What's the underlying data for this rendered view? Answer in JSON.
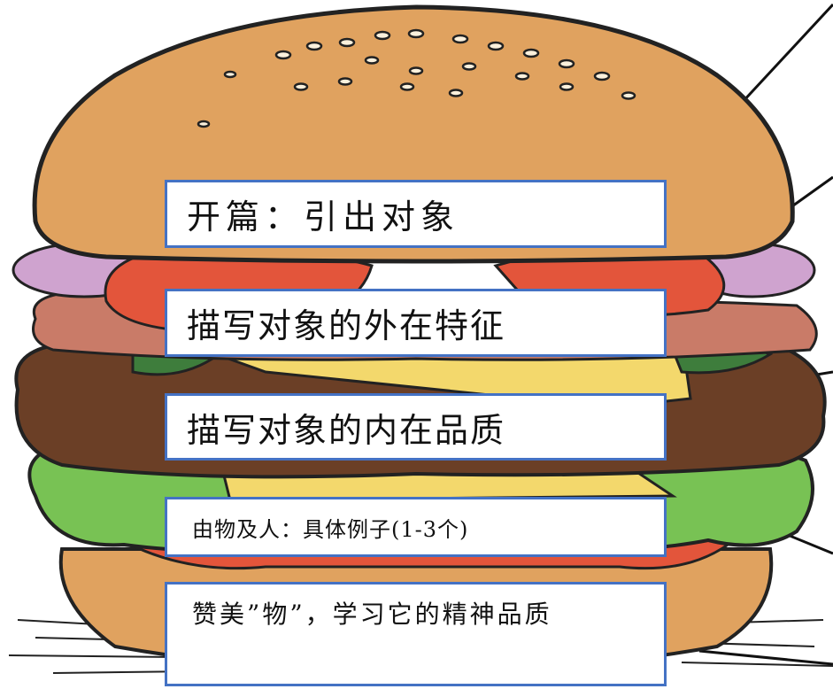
{
  "colors": {
    "box_border": "#4472c4",
    "box_fill": "#ffffff",
    "text": "#111111",
    "bun": "#e0a25f",
    "tomato": "#e3553b",
    "lettuce": "#78c254",
    "patty": "#6b3f26",
    "cheese": "#f3d86c",
    "onion": "#cfa3cf"
  },
  "labels": [
    "开篇：引出对象",
    "描写对象的外在特征",
    "描写对象的内在品质",
    "由物及人：具体例子(1-3个)",
    "赞美”物”，学习它的精神品质"
  ]
}
